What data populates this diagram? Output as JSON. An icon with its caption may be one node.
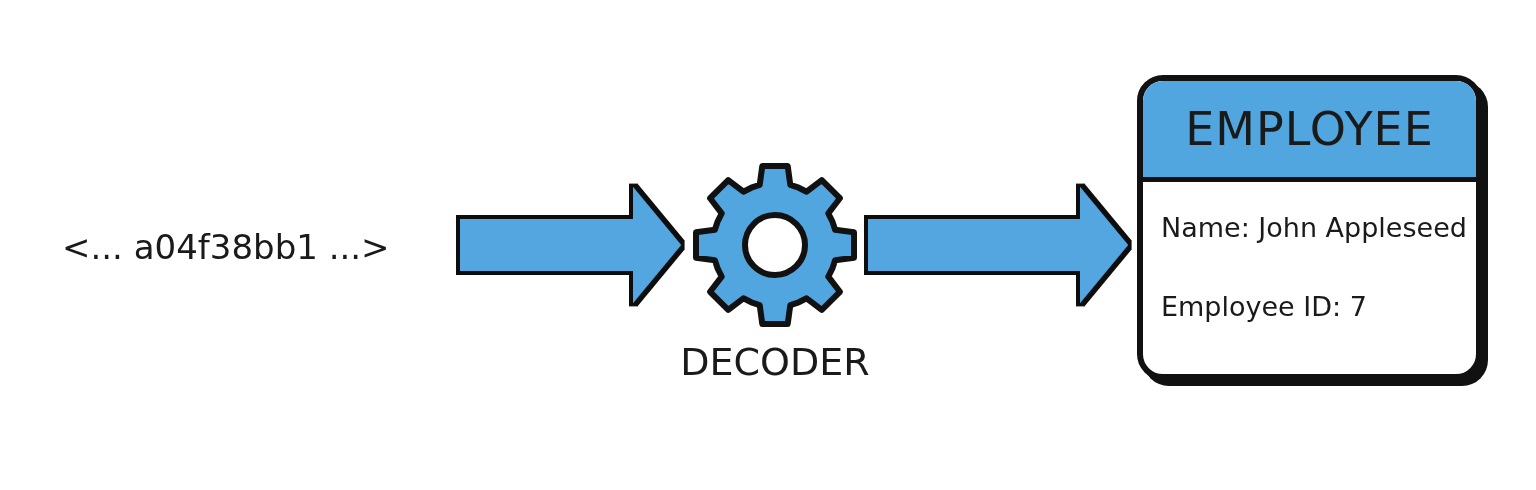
{
  "diagram": {
    "nodes": [
      {
        "text": [
          "<... a04f38bb1 ...>"
        ]
      },
      {
        "text": [],
        "shape": "gear",
        "beside": [
          "DECODER"
        ]
      },
      {
        "text": [
          "EMPLOYEE",
          "Name: John Appleseed",
          "Employee ID: 7"
        ]
      }
    ],
    "edges": [
      {
        "from": 0,
        "to": 1,
        "arrow": "to"
      },
      {
        "from": 1,
        "to": 2,
        "arrow": "to"
      }
    ]
  }
}
